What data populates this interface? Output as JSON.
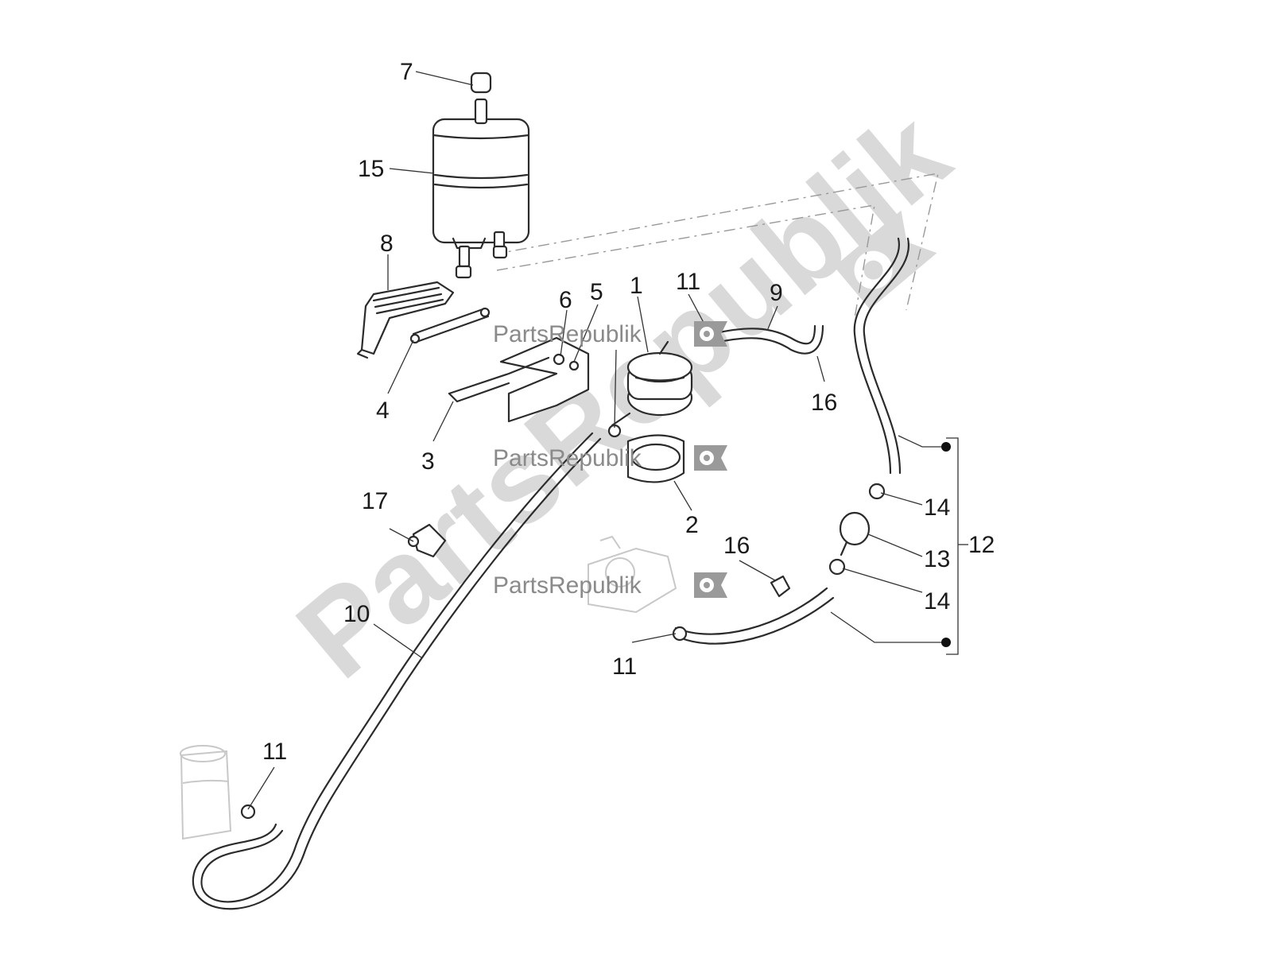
{
  "diagram": {
    "watermark_large": "PartsRepublik",
    "watermark_small": [
      "PartsRepublik",
      "PartsRepublik",
      "PartsRepublik"
    ],
    "callouts": [
      "7",
      "15",
      "8",
      "6",
      "5",
      "1",
      "11",
      "9",
      "4",
      "3",
      "16",
      "2",
      "17",
      "12",
      "14",
      "13",
      "14",
      "16",
      "10",
      "11",
      "11"
    ],
    "icons": [
      "gear-flag-icon",
      "gear-flag-icon",
      "gear-flag-icon",
      "gear-watermark-icon"
    ]
  }
}
